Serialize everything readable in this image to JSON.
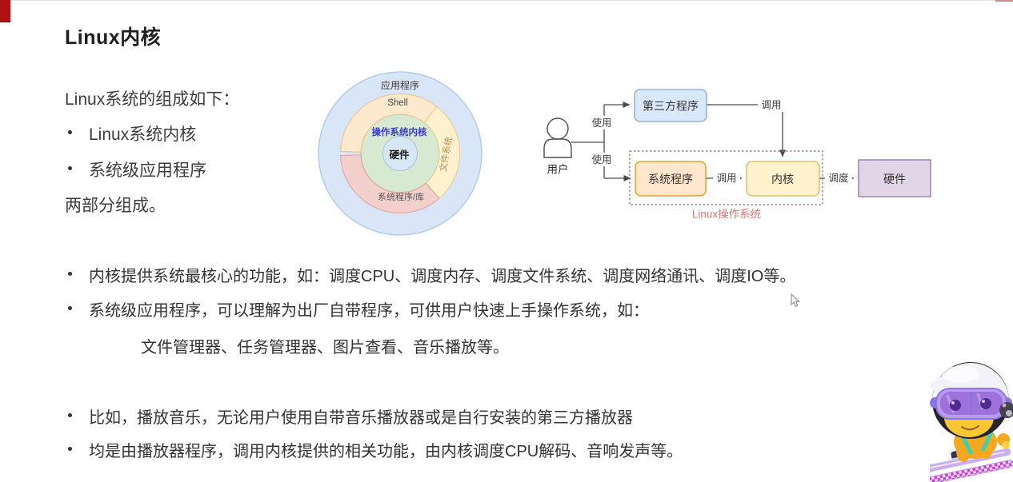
{
  "header": {
    "title": "Linux内核"
  },
  "intro": {
    "lead": "Linux系统的组成如下：",
    "items": [
      "Linux系统内核",
      "系统级应用程序"
    ],
    "closing": "两部分组成。"
  },
  "ring_diagram": {
    "outer_label": "应用程序",
    "shell_label": "Shell",
    "filesystem_label": "文件系统",
    "syslib_label": "系统程序/库",
    "kernel_label": "操作系统内核",
    "hardware_label": "硬件"
  },
  "flow_diagram": {
    "user_label": "用户",
    "third_party_label": "第三方程序",
    "system_program_label": "系统程序",
    "kernel_label": "内核",
    "hardware_label": "硬件",
    "use_top_label": "使用",
    "use_bottom_label": "使用",
    "call_top_label": "调用",
    "call_mid_label": "调用",
    "dispatch_label": "调度",
    "group_label": "Linux操作系统"
  },
  "notes": {
    "n1": "内核提供系统最核心的功能，如：调度CPU、调度内存、调度文件系统、调度网络通讯、调度IO等。",
    "n2": "系统级应用程序，可以理解为出厂自带程序，可供用户快速上手操作系统，如：",
    "n2b": "文件管理器、任务管理器、图片查看、音乐播放等。",
    "n3": "比如，播放音乐，无论用户使用自带音乐播放器或是自行安装的第三方播放器",
    "n4": "均是由播放器程序，调用内核提供的相关功能，由内核调度CPU解码、音响发声等。"
  },
  "colors": {
    "corner_red": "#b01111",
    "ring_outer_blue": "#d9e6f7",
    "ring_shell_peach": "#fde9ce",
    "ring_filesystem_yellow": "#fdf2cd",
    "ring_syslib_pink": "#f4d0cd",
    "ring_kernel_green": "#d8e9d2",
    "ring_center_blue": "#d7e7f6",
    "kernel_text_blue": "#3b3bd1",
    "box_blue": "#dae8fc",
    "box_orange": "#ffe6cc",
    "box_yellow": "#fff2cc",
    "box_purple": "#e1d5e7",
    "group_label_red": "#d9766f"
  }
}
